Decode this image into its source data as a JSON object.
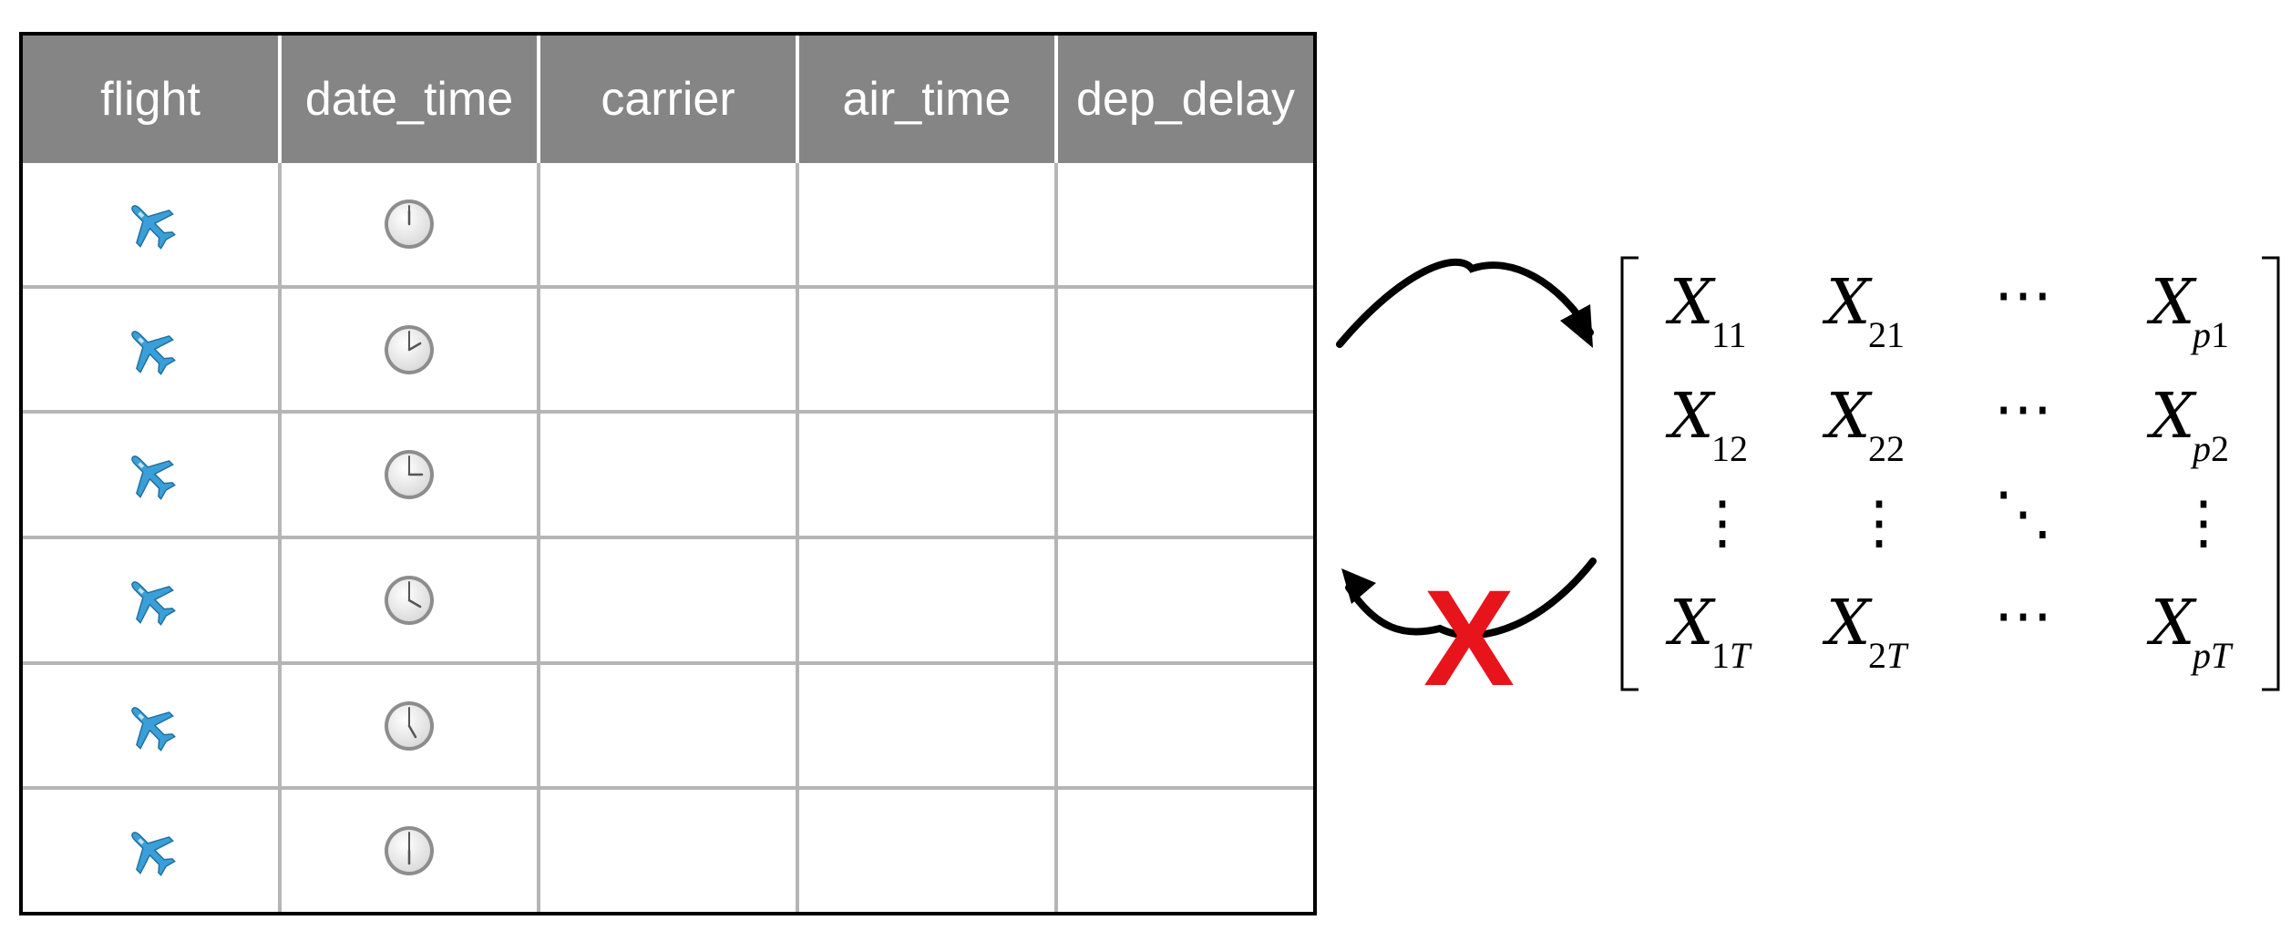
{
  "table": {
    "headers": [
      "flight",
      "date_time",
      "carrier",
      "air_time",
      "dep_delay"
    ],
    "rows": [
      {
        "flight": "airplane-icon",
        "date_time": "clock-icon",
        "clock_hour": 12
      },
      {
        "flight": "airplane-icon",
        "date_time": "clock-icon",
        "clock_hour": 2
      },
      {
        "flight": "airplane-icon",
        "date_time": "clock-icon",
        "clock_hour": 3
      },
      {
        "flight": "airplane-icon",
        "date_time": "clock-icon",
        "clock_hour": 4
      },
      {
        "flight": "airplane-icon",
        "date_time": "clock-icon",
        "clock_hour": 5
      },
      {
        "flight": "airplane-icon",
        "date_time": "clock-icon",
        "clock_hour": 6
      }
    ]
  },
  "matrix": {
    "symbol": "X",
    "rows": [
      [
        "11",
        "21",
        "⋯",
        "p1"
      ],
      [
        "12",
        "22",
        "⋯",
        "p2"
      ],
      [
        "⋮",
        "⋮",
        "⋱",
        "⋮"
      ],
      [
        "1T",
        "2T",
        "⋯",
        "pT"
      ]
    ]
  },
  "arrows": {
    "forward": "table-to-matrix",
    "backward": "matrix-to-table",
    "backward_blocked_mark": "X",
    "mark_color": "#e8141c"
  },
  "colors": {
    "header_bg": "#858585",
    "grid_line": "#b5b5b5",
    "airplane": "#3a9fd9"
  }
}
